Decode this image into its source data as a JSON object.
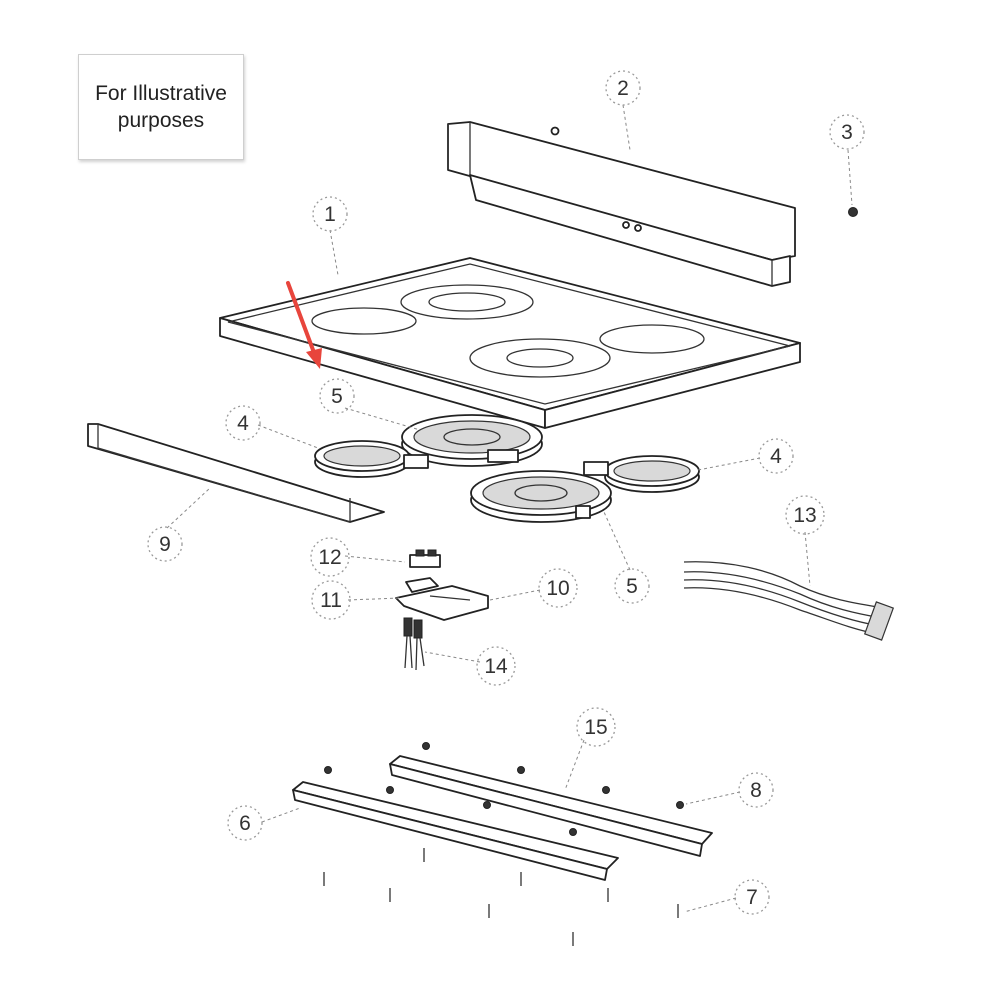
{
  "notice": {
    "line1": "For Illustrative",
    "line2": "purposes"
  },
  "callouts": {
    "c1": "1",
    "c2": "2",
    "c3": "3",
    "c4a": "4",
    "c4b": "4",
    "c5a": "5",
    "c5b": "5",
    "c6": "6",
    "c7": "7",
    "c8": "8",
    "c9": "9",
    "c10": "10",
    "c11": "11",
    "c12": "12",
    "c13": "13",
    "c14": "14",
    "c15": "15"
  },
  "colors": {
    "arrow": "#e8453c"
  }
}
